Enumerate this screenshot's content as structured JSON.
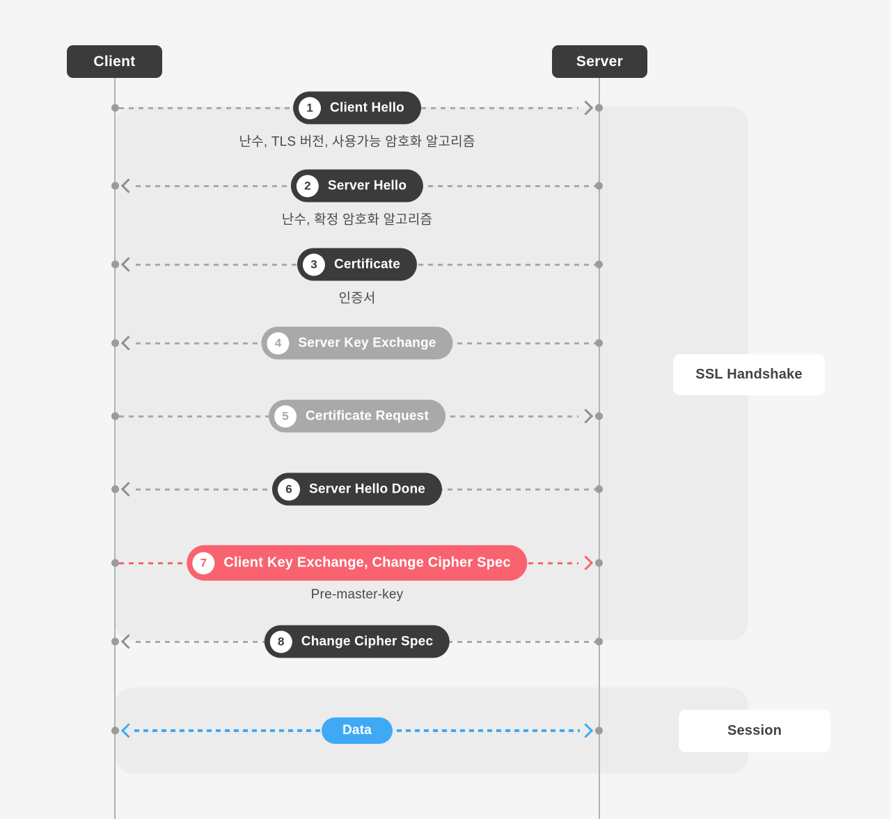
{
  "title": "SSL Handshake sequence diagram",
  "page": {
    "background": "#f5f5f5",
    "panel_background": "#ececec"
  },
  "colors": {
    "dark": "#3b3b3b",
    "gray": "#a9a9a9",
    "red": "#f8636f",
    "blue": "#3fa9f5",
    "line": "#a9a9a9",
    "lifeline": "#b3b3b3"
  },
  "actors": [
    {
      "label": "Client"
    },
    {
      "label": "Server"
    }
  ],
  "groups": [
    {
      "label": "SSL Handshake"
    },
    {
      "label": "Session"
    }
  ],
  "rows": [
    {
      "number": "1",
      "label": "Client Hello",
      "sublabel": "난수, TLS 버전, 사용가능 암호화 알고리즘",
      "direction": "client-to-server",
      "style": "dark"
    },
    {
      "number": "2",
      "label": "Server Hello",
      "sublabel": "난수, 확정 암호화 알고리즘",
      "direction": "server-to-client",
      "style": "dark"
    },
    {
      "number": "3",
      "label": "Certificate",
      "sublabel": "인증서",
      "direction": "server-to-client",
      "style": "dark"
    },
    {
      "number": "4",
      "label": "Server Key Exchange",
      "direction": "server-to-client",
      "style": "gray"
    },
    {
      "number": "5",
      "label": "Certificate Request",
      "direction": "client-to-server",
      "style": "gray"
    },
    {
      "number": "6",
      "label": "Server Hello Done",
      "direction": "server-to-client",
      "style": "dark"
    },
    {
      "number": "7",
      "label": "Client Key Exchange, Change Cipher Spec",
      "sublabel": "Pre-master-key",
      "direction": "client-to-server",
      "style": "red"
    },
    {
      "number": "8",
      "label": "Change Cipher Spec",
      "direction": "server-to-client",
      "style": "dark"
    },
    {
      "label": "Data",
      "direction": "bidirectional",
      "style": "blue"
    }
  ]
}
